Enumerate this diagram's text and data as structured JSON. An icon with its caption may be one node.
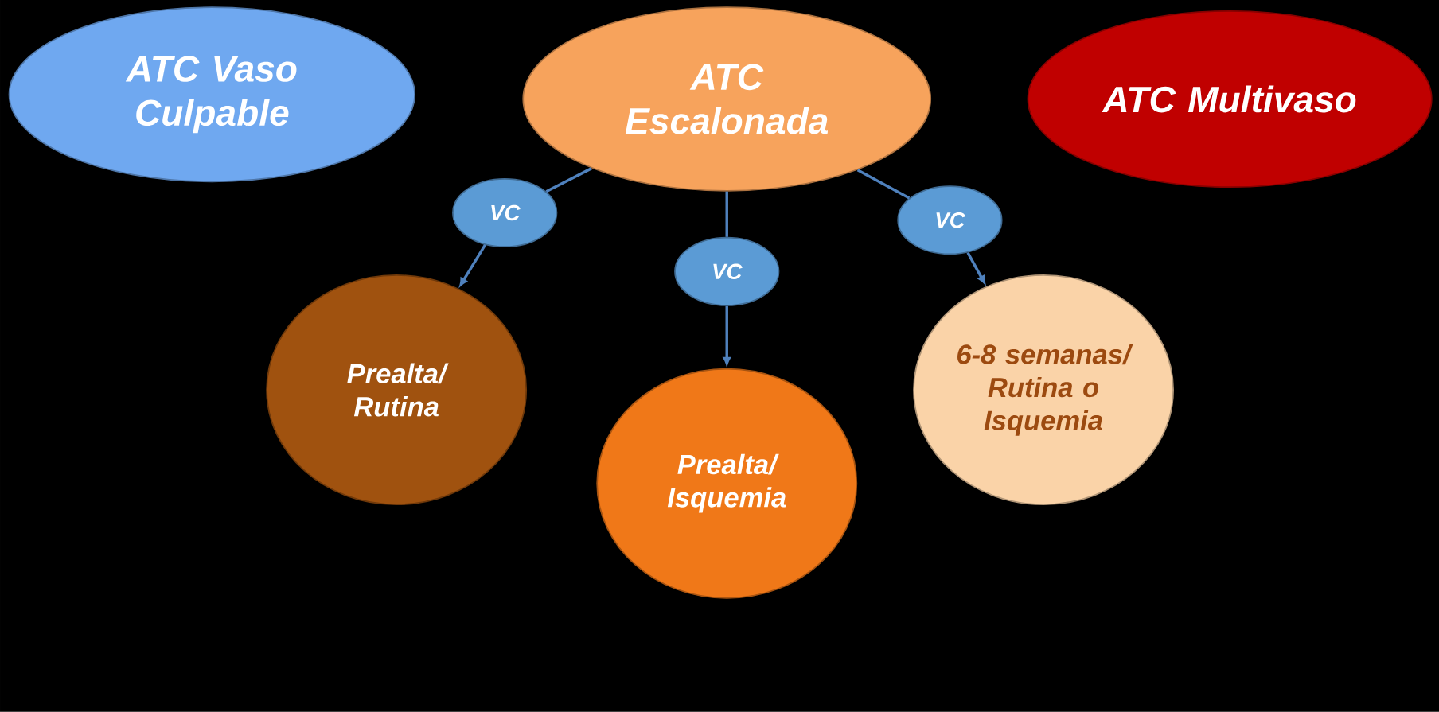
{
  "diagram": {
    "nodes": [
      {
        "text": [
          "ATC Vaso Culpable"
        ]
      },
      {
        "text": [
          "ATC Escalonada"
        ]
      },
      {
        "text": [
          "ATC Multivaso"
        ]
      },
      {
        "text": [
          "VC"
        ]
      },
      {
        "text": [
          "VC"
        ]
      },
      {
        "text": [
          "VC"
        ]
      },
      {
        "text": [
          "Prealta/ Rutina"
        ]
      },
      {
        "text": [
          "Prealta/ Isquemia"
        ]
      },
      {
        "text": [
          "6-8 semanas/ Rutina o Isquemia"
        ]
      }
    ],
    "edges": [
      {
        "from": 1,
        "to": 3,
        "arrow": "none"
      },
      {
        "from": 3,
        "to": 6,
        "arrow": "to"
      },
      {
        "from": 1,
        "to": 4,
        "arrow": "none"
      },
      {
        "from": 4,
        "to": 7,
        "arrow": "to"
      },
      {
        "from": 1,
        "to": 5,
        "arrow": "none"
      },
      {
        "from": 5,
        "to": 8,
        "arrow": "to"
      }
    ]
  }
}
